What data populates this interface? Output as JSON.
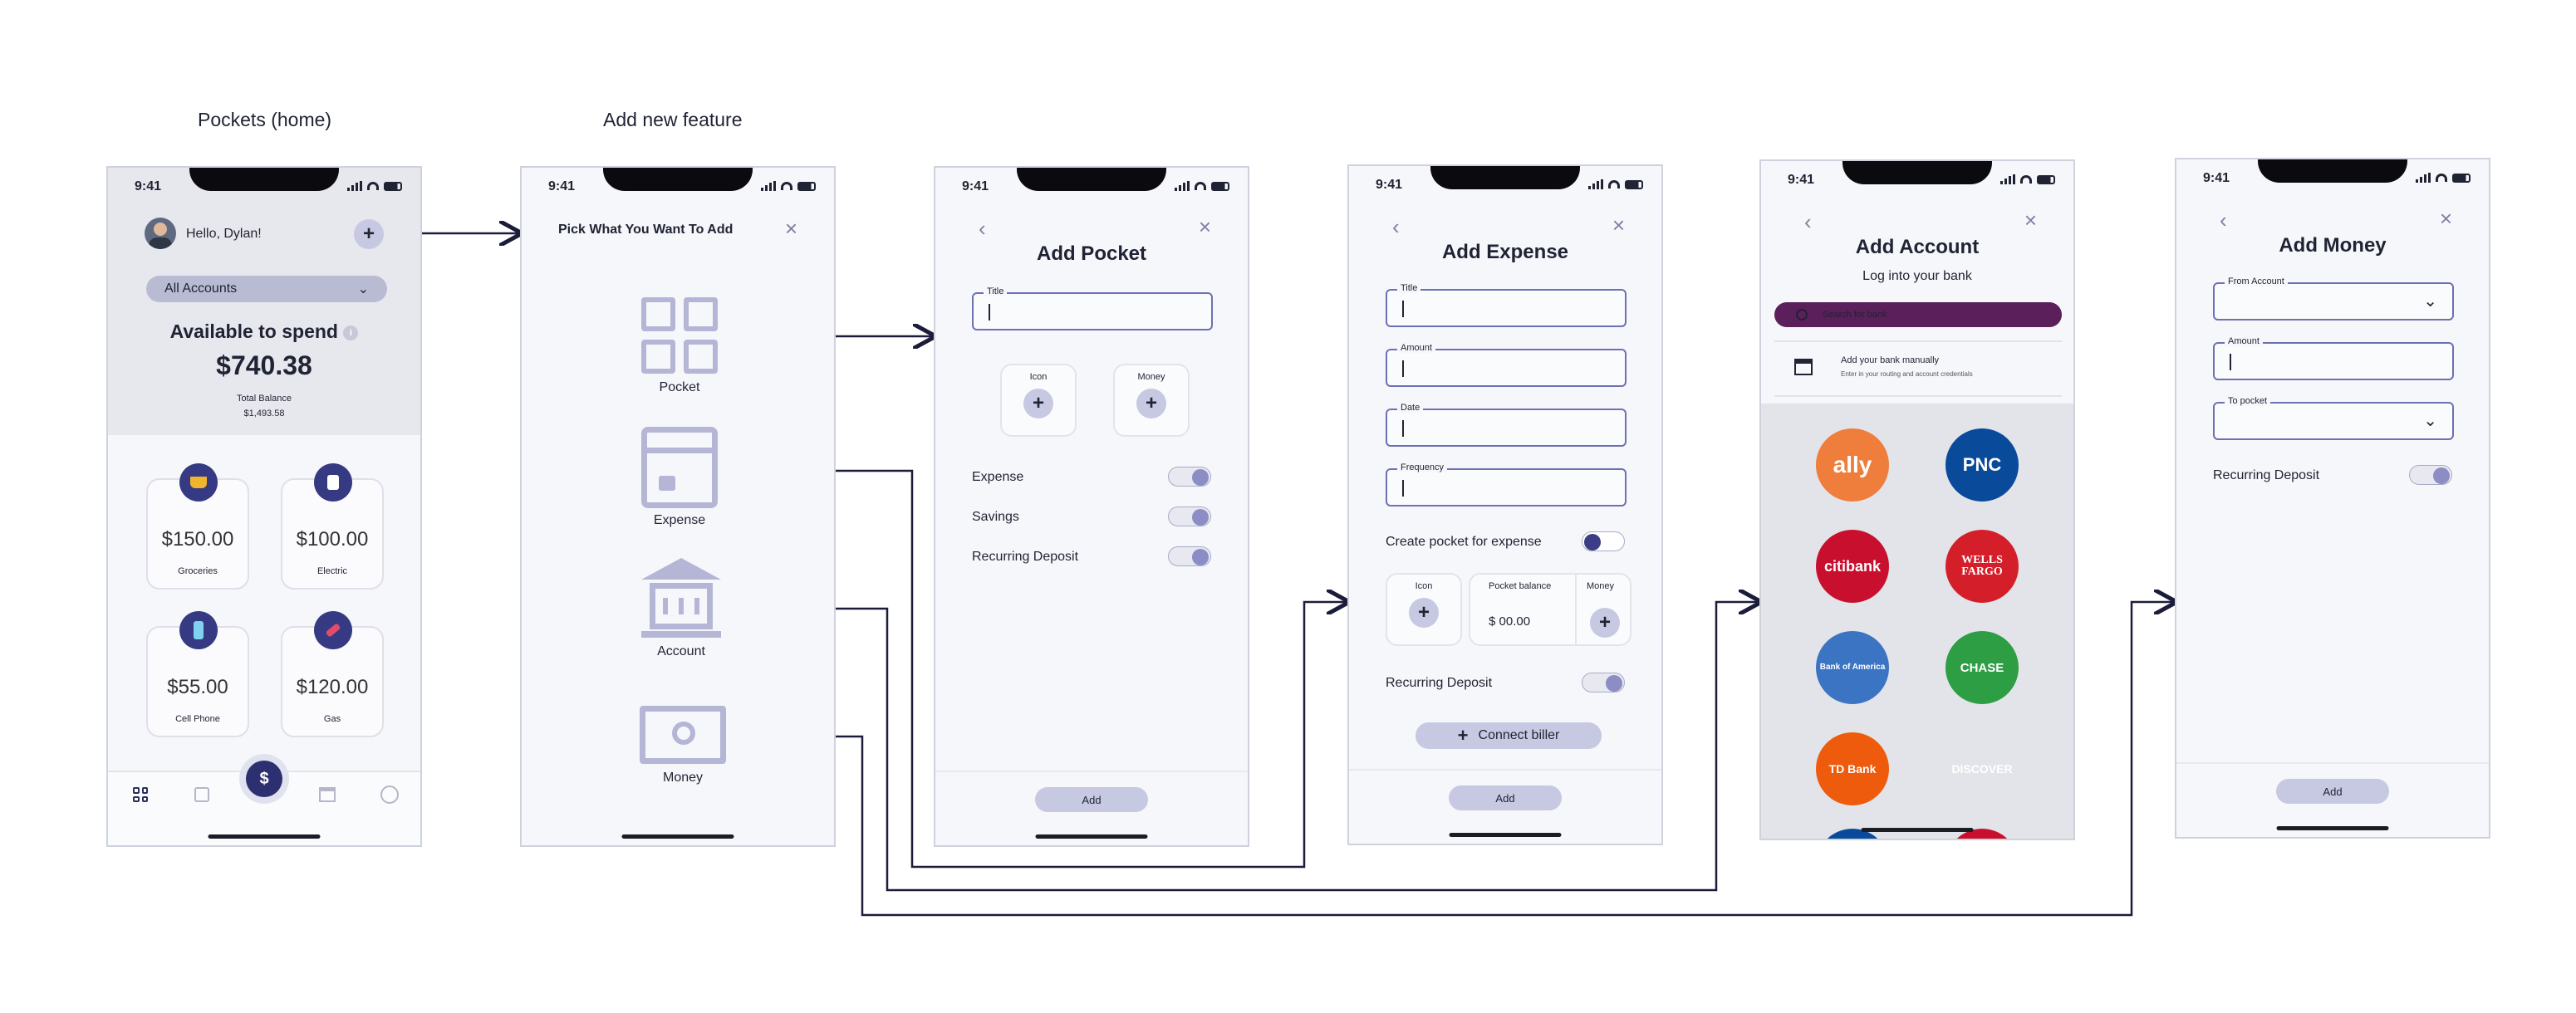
{
  "labels": {
    "pockets_home": "Pockets (home)",
    "add_new_feature": "Add new feature"
  },
  "status": {
    "time": "9:41"
  },
  "home": {
    "greeting": "Hello, Dylan!",
    "account_select": "All Accounts",
    "available_label": "Available to spend",
    "balance": "$740.38",
    "total_label": "Total Balance",
    "total_value": "$1,493.58",
    "pockets": [
      {
        "amount": "$150.00",
        "name": "Groceries",
        "icon": "basket-icon"
      },
      {
        "amount": "$100.00",
        "name": "Electric",
        "icon": "plug-icon"
      },
      {
        "amount": "$55.00",
        "name": "Cell Phone",
        "icon": "phone-icon"
      },
      {
        "amount": "$120.00",
        "name": "Gas",
        "icon": "fuel-icon"
      }
    ],
    "fab": "$"
  },
  "pick": {
    "title": "Pick What You Want To Add",
    "options": [
      {
        "label": "Pocket",
        "icon": "grid-icon"
      },
      {
        "label": "Expense",
        "icon": "calendar-icon"
      },
      {
        "label": "Account",
        "icon": "bank-icon"
      },
      {
        "label": "Money",
        "icon": "cash-icon"
      }
    ]
  },
  "add_pocket": {
    "title": "Add Pocket",
    "title_field": "Title",
    "icon_label": "Icon",
    "money_label": "Money",
    "toggles": [
      "Expense",
      "Savings",
      "Recurring Deposit"
    ],
    "add": "Add"
  },
  "add_expense": {
    "title": "Add Expense",
    "fields": [
      "Title",
      "Amount",
      "Date",
      "Frequency"
    ],
    "create_pocket": "Create pocket for expense",
    "icon_label": "Icon",
    "pocket_balance_label": "Pocket balance",
    "pocket_balance_value": "$ 00.00",
    "money_label": "Money",
    "recurring": "Recurring Deposit",
    "connect": "Connect biller",
    "add": "Add"
  },
  "add_account": {
    "title": "Add Account",
    "subtitle": "Log into your bank",
    "search_placeholder": "Search for bank",
    "manual_title": "Add your bank manually",
    "manual_sub": "Enter in your routing and account credentials",
    "banks": [
      {
        "name": "ally",
        "color": "#5b1f5b"
      },
      {
        "name": "PNC",
        "color": "#ef7d3c"
      },
      {
        "name": "citibank",
        "color": "#0a4a9a"
      },
      {
        "name": "WELLS FARGO",
        "color": "#c8102e"
      },
      {
        "name": "Bank of America",
        "color": "#d41f2a"
      },
      {
        "name": "CHASE",
        "color": "#3b74c3"
      },
      {
        "name": "TD Bank",
        "color": "#2e9e45"
      },
      {
        "name": "DISCOVER",
        "color": "#ef5b0c"
      }
    ]
  },
  "add_money": {
    "title": "Add Money",
    "fields": [
      "From Account",
      "Amount",
      "To pocket"
    ],
    "recurring": "Recurring Deposit",
    "add": "Add"
  }
}
